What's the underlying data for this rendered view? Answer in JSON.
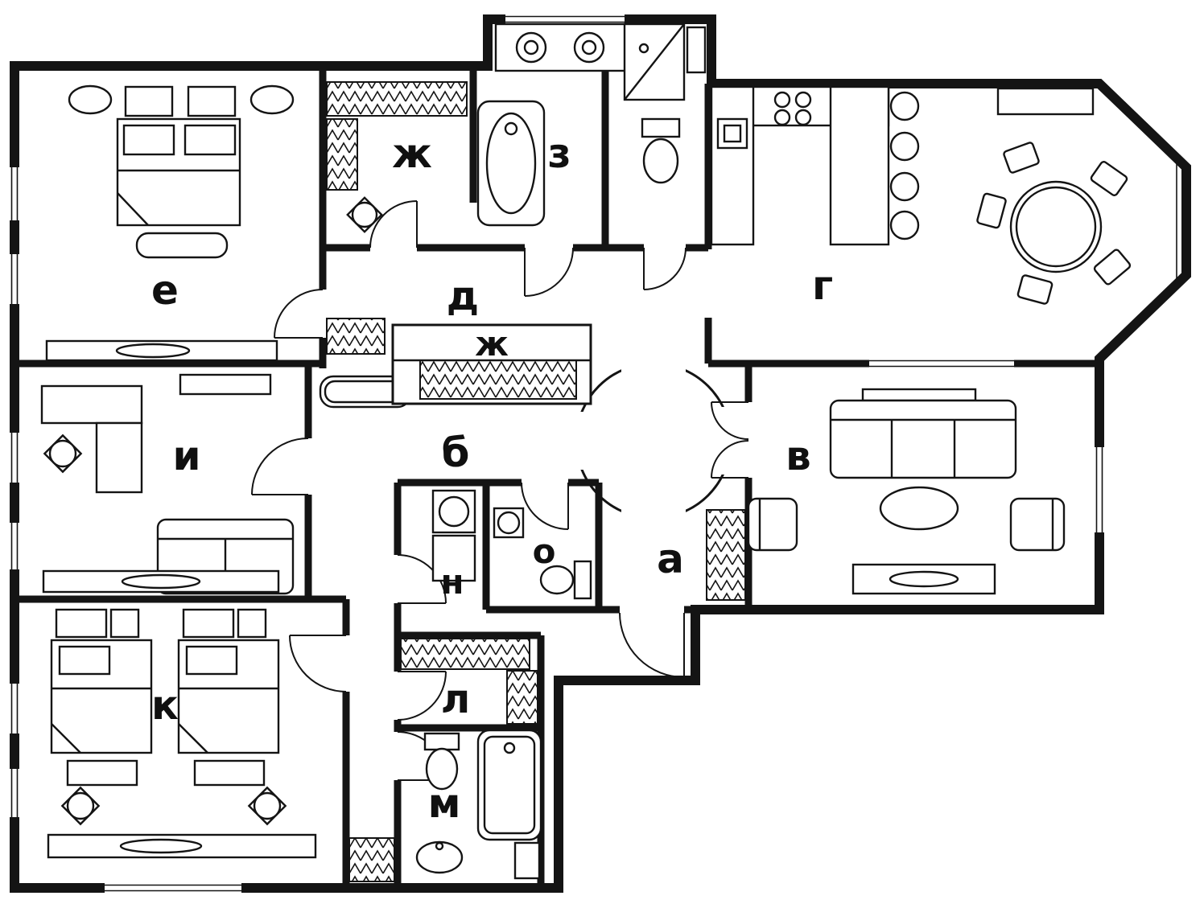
{
  "plan": {
    "colors": {
      "ink": "#141414",
      "paper": "#ffffff"
    },
    "rooms": [
      {
        "id": "e",
        "label": "е"
      },
      {
        "id": "zh-1",
        "label": "ж"
      },
      {
        "id": "z",
        "label": "з"
      },
      {
        "id": "d",
        "label": "д"
      },
      {
        "id": "g",
        "label": "г"
      },
      {
        "id": "zh-2",
        "label": "ж"
      },
      {
        "id": "i",
        "label": "и"
      },
      {
        "id": "b",
        "label": "б"
      },
      {
        "id": "v",
        "label": "в"
      },
      {
        "id": "o",
        "label": "о"
      },
      {
        "id": "a",
        "label": "а"
      },
      {
        "id": "n",
        "label": "н"
      },
      {
        "id": "k",
        "label": "к"
      },
      {
        "id": "l",
        "label": "л"
      },
      {
        "id": "m",
        "label": "м"
      }
    ]
  }
}
